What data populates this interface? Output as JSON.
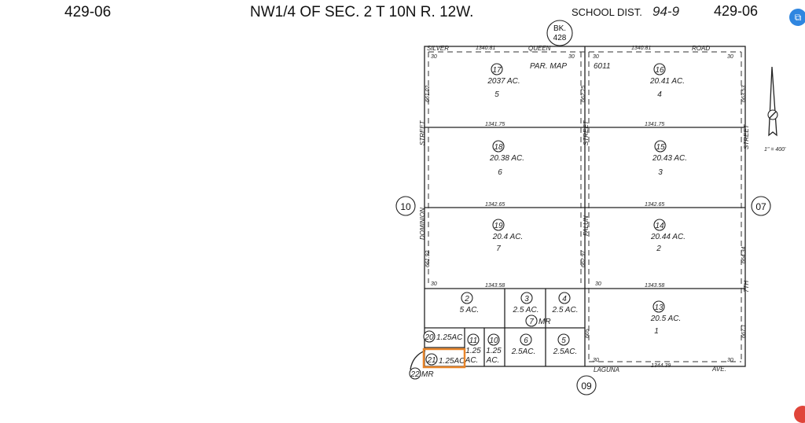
{
  "header": {
    "page_left": "429-06",
    "title": "NW1/4 OF SEC. 2 T 10N R. 12W.",
    "school_dist_label": "SCHOOL DIST.",
    "school_dist_value": "94-9",
    "page_right": "429-06"
  },
  "book": {
    "line1": "BK.",
    "line2": "428"
  },
  "streets": {
    "top_a": "SILVER",
    "top_b": "QUEEN",
    "top_c": "ROAD",
    "bottom_a": "LAGUNA",
    "bottom_b": "AVE.",
    "left_a": "STREET",
    "left_b": "DOMINION",
    "middle_a": "STREET",
    "middle_b": "FALUN",
    "right_a": "STREET",
    "right_b": "7TH"
  },
  "par_map": {
    "label": "PAR. MAP",
    "number": "6011"
  },
  "scale": "1\" = 400'",
  "adjacent": {
    "left": "10",
    "right": "07",
    "bottom": "09"
  },
  "dimensions": {
    "top_left": "1340.81",
    "top_right": "1340.81",
    "row1_left": "1341.75",
    "row1_right": "1341.75",
    "row2_left": "1342.65",
    "row2_right": "1342.65",
    "row3_left": "1343.58",
    "row3_right": "1343.58",
    "bottom_right": "1344.39",
    "setback": "30",
    "side_left_1": "661.02",
    "side_left_2": "661.92",
    "side_mid_1": "662.25",
    "side_mid_2": "662.97",
    "side_right_1": "663.53",
    "side_right_2": "664.34",
    "side_right_3": "667.1",
    "side_mid_3": "665"
  },
  "parcels": [
    {
      "num": "17",
      "acres": "2037 AC.",
      "lot": "5"
    },
    {
      "num": "16",
      "acres": "20.41 AC.",
      "lot": "4"
    },
    {
      "num": "18",
      "acres": "20.38 AC.",
      "lot": "6"
    },
    {
      "num": "15",
      "acres": "20.43 AC.",
      "lot": "3"
    },
    {
      "num": "19",
      "acres": "20.4 AC.",
      "lot": "7"
    },
    {
      "num": "14",
      "acres": "20.44 AC.",
      "lot": "2"
    },
    {
      "num": "13",
      "acres": "20.5 AC.",
      "lot": "1"
    },
    {
      "num": "2",
      "acres": "5 AC."
    },
    {
      "num": "3",
      "acres": "2.5 AC."
    },
    {
      "num": "4",
      "acres": "2.5 AC."
    },
    {
      "num": "7",
      "acres": "MR"
    },
    {
      "num": "20",
      "acres": "1.25AC"
    },
    {
      "num": "21",
      "acres": "1.25AC"
    },
    {
      "num": "11",
      "acres": "1.25",
      "acres2": "AC."
    },
    {
      "num": "10",
      "acres": "1.25",
      "acres2": "AC."
    },
    {
      "num": "6",
      "acres": "2.5AC."
    },
    {
      "num": "5",
      "acres": "2.5AC."
    },
    {
      "num": "22",
      "acres": "MR"
    }
  ],
  "highlight_color": "#e8852a"
}
